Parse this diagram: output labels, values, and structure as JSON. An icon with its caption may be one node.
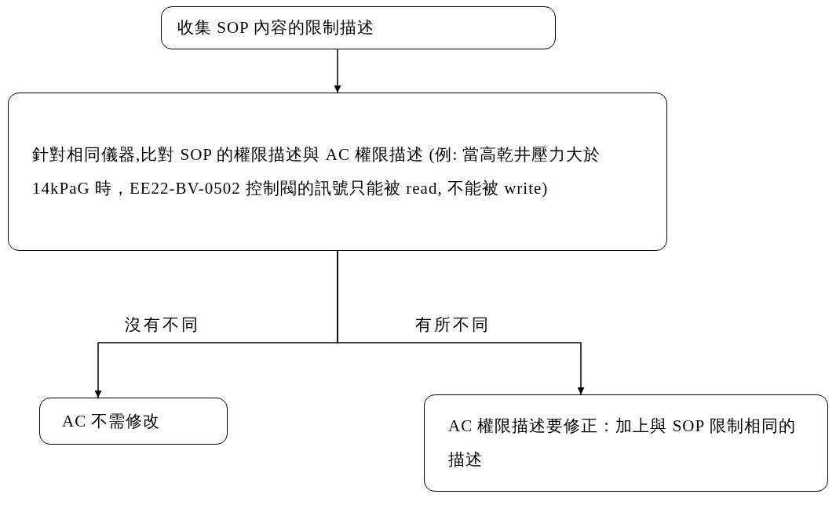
{
  "diagram": {
    "nodes": [
      {
        "text": [
          "收集 SOP 內容的限制描述"
        ]
      },
      {
        "text": [
          "針對相同儀器,比對 SOP 的權限描述與 AC 權限描述 (例: 當高乾井壓力大於 14kPaG 時，EE22-BV-0502 控制閥的訊號只能被 read, 不能被 write)"
        ]
      },
      {
        "text": [
          "AC 不需修改"
        ]
      },
      {
        "text": [
          "AC 權限描述要修正：加上與 SOP 限制相同的描述"
        ]
      }
    ],
    "edges": [
      {
        "from": 0,
        "to": 1,
        "arrow": "to"
      },
      {
        "from": 1,
        "to": 2,
        "arrow": "to",
        "label": "沒有不同"
      },
      {
        "from": 1,
        "to": 3,
        "arrow": "to",
        "label": "有所不同"
      }
    ]
  }
}
